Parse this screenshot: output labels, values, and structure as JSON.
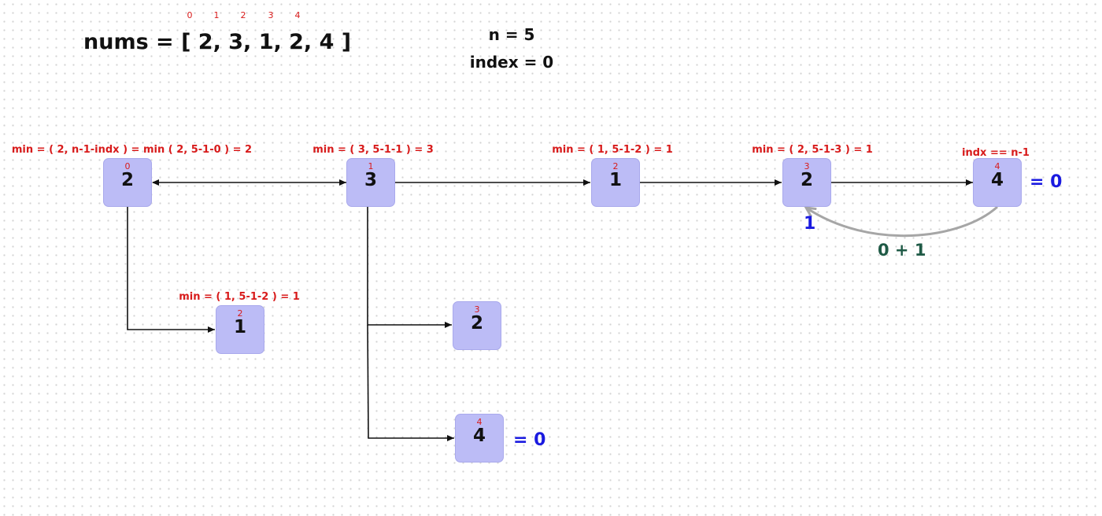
{
  "header": {
    "nums_label": "nums = [  2, 3,  1,  2, 4 ]",
    "indices": [
      "0",
      "1",
      "2",
      "3",
      "4"
    ],
    "n_label": "n = 5",
    "index_label": "index = 0"
  },
  "nodes": [
    {
      "id": "n0",
      "index": "0",
      "value": "2"
    },
    {
      "id": "n1",
      "index": "1",
      "value": "3"
    },
    {
      "id": "n2",
      "index": "2",
      "value": "1"
    },
    {
      "id": "n3",
      "index": "3",
      "value": "2"
    },
    {
      "id": "n4",
      "index": "4",
      "value": "4"
    },
    {
      "id": "c0",
      "index": "2",
      "value": "1"
    },
    {
      "id": "c1",
      "index": "3",
      "value": "2"
    },
    {
      "id": "c2",
      "index": "4",
      "value": "4"
    }
  ],
  "formulas": [
    "min = ( 2, n-1-indx ) = min ( 2, 5-1-0 ) = 2",
    "min = ( 3, 5-1-1 ) = 3",
    "min = ( 1, 5-1-2 ) = 1",
    "min = ( 2, 5-1-3 ) = 1",
    "indx == n-1",
    "min = ( 1, 5-1-2 ) = 1"
  ],
  "returns": {
    "last_node": "= 0",
    "child_node": "= 0",
    "back_value": "1",
    "sum_label": "0 + 1"
  },
  "colors": {
    "node_fill": "#bcbcf6",
    "index_red": "#d81b1b",
    "return_blue": "#1a1ae0",
    "sum_green": "#1f5a46",
    "return_arrow_gray": "#a6a6a6"
  }
}
